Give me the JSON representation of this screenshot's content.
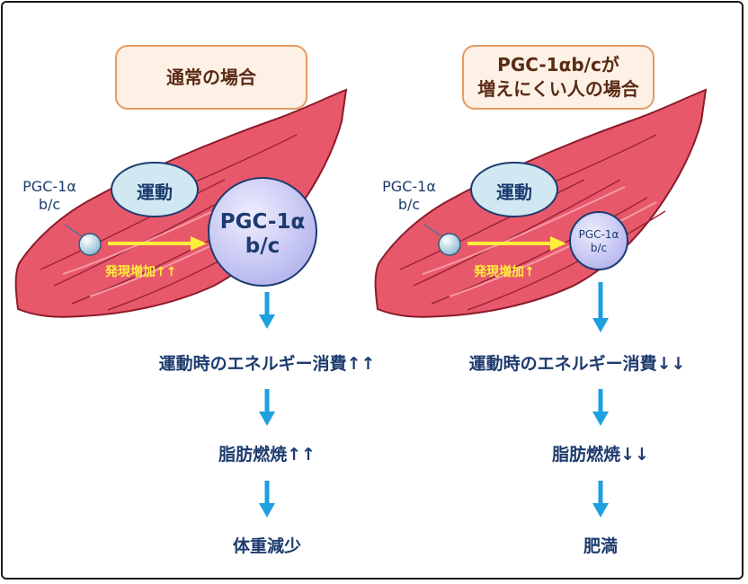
{
  "colors": {
    "muscle_fill": "#e8586b",
    "muscle_stroke": "#8c1b2b",
    "oval_fill": "#cfe8f2",
    "circle_fill": "#c8c8f4",
    "arrow_blue": "#1e9fe0",
    "arrow_yellow": "#ffef3a",
    "text_navy": "#1d3b6e",
    "title_border": "#e59a63",
    "title_fill": "#fdf1e6"
  },
  "left": {
    "title": "通常の場合",
    "exercise_label": "運動",
    "gene_label_line1": "PGC-1α",
    "gene_label_line2": "b/c",
    "protein_line1": "PGC-1α",
    "protein_line2": "b/c",
    "expression_label": "発現増加↑↑",
    "steps": [
      "運動時のエネルギー消費↑↑",
      "脂肪燃焼↑↑",
      "体重減少"
    ]
  },
  "right": {
    "title_line1": "PGC-1αb/cが",
    "title_line2": "増えにくい人の場合",
    "exercise_label": "運動",
    "gene_label_line1": "PGC-1α",
    "gene_label_line2": "b/c",
    "protein_line1": "PGC-1α",
    "protein_line2": "b/c",
    "expression_label": "発現増加↑",
    "steps": [
      "運動時のエネルギー消費↓↓",
      "脂肪燃焼↓↓",
      "肥満"
    ]
  }
}
